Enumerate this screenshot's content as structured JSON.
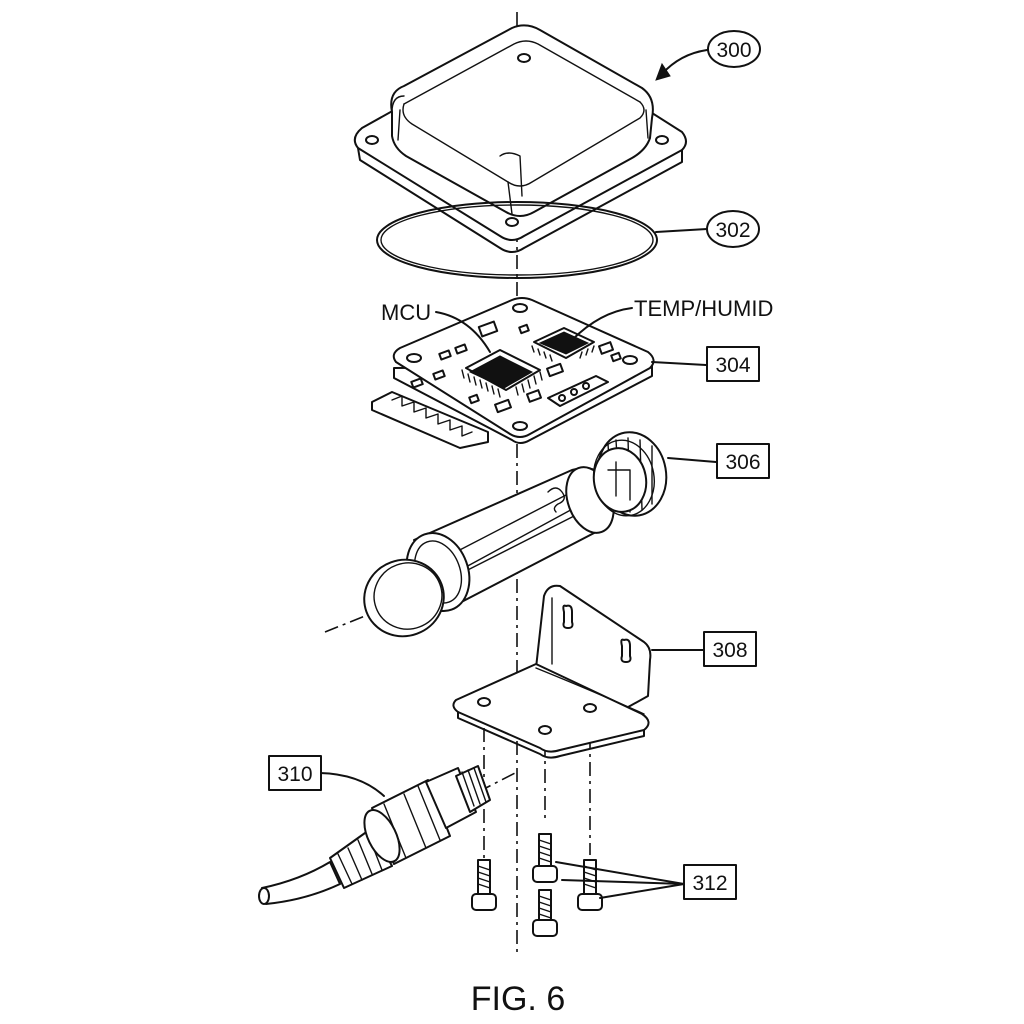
{
  "figure": {
    "caption": "FIG. 6"
  },
  "parts": [
    {
      "ref": "300",
      "label_shape": "circle"
    },
    {
      "ref": "302",
      "label_shape": "circle"
    },
    {
      "ref": "304",
      "label_shape": "box"
    },
    {
      "ref": "306",
      "label_shape": "box"
    },
    {
      "ref": "308",
      "label_shape": "box"
    },
    {
      "ref": "310",
      "label_shape": "box"
    },
    {
      "ref": "312",
      "label_shape": "box"
    }
  ],
  "pcb_labels": {
    "mcu": "MCU",
    "sensor": "TEMP/HUMID"
  },
  "colors": {
    "line": "#111111",
    "background": "#ffffff"
  }
}
